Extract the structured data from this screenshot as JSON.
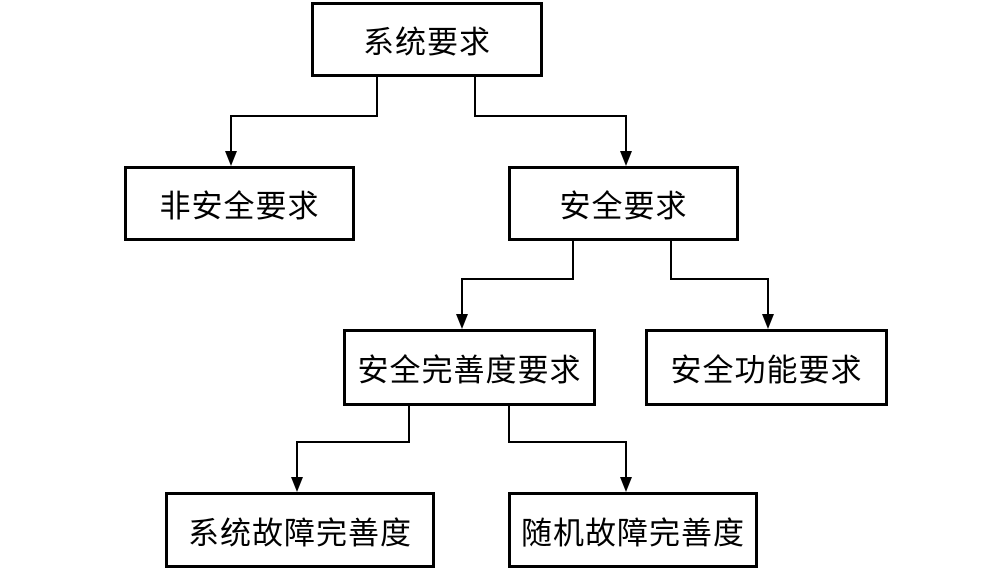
{
  "nodes": {
    "root": "系统要求",
    "non_safety": "非安全要求",
    "safety": "安全要求",
    "safety_integrity": "安全完善度要求",
    "safety_function": "安全功能要求",
    "systematic_fault": "系统故障完善度",
    "random_fault": "随机故障完善度"
  }
}
